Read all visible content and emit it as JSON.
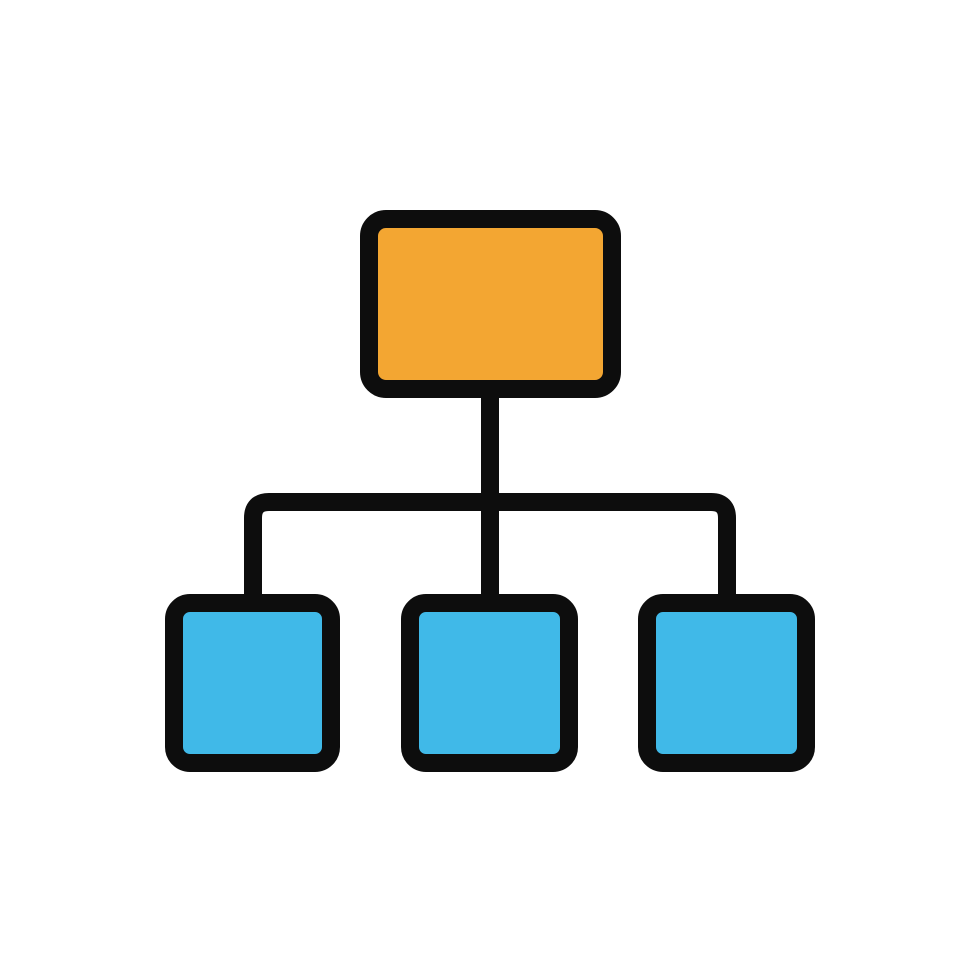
{
  "icon": {
    "name": "hierarchy-icon",
    "colors": {
      "outline": "#0d0d0d",
      "parent_fill": "#f3a632",
      "child_fill": "#40b9e8",
      "background": "#ffffff"
    },
    "nodes": [
      {
        "role": "parent",
        "fill": "#f3a632"
      },
      {
        "role": "child",
        "fill": "#40b9e8"
      },
      {
        "role": "child",
        "fill": "#40b9e8"
      },
      {
        "role": "child",
        "fill": "#40b9e8"
      }
    ]
  }
}
